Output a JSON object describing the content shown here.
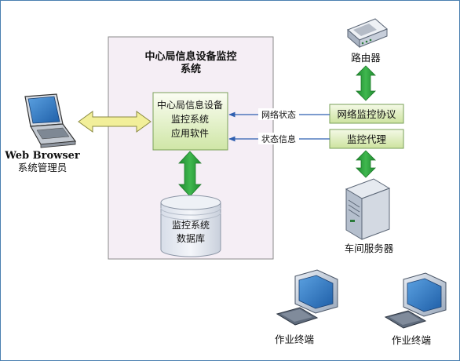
{
  "center": {
    "title_line1": "中心局信息设备监控",
    "title_line2": "系统",
    "app_line1": "中心局信息设备",
    "app_line2": "监控系统",
    "app_line3": "应用软件",
    "db_line1": "监控系统",
    "db_line2": "数据库"
  },
  "left": {
    "browser_label": "Web Browser",
    "admin_label": "系统管理员"
  },
  "right": {
    "router_label": "路由器",
    "net_protocol_label": "网络监控协议",
    "agent_label": "监控代理",
    "server_label": "车间服务器"
  },
  "arrows": {
    "net_status_label": "网络状态",
    "status_info_label": "状态信息"
  },
  "terminals": {
    "term1_label": "作业终端",
    "term2_label": "作业终端"
  },
  "colors": {
    "border": "#4a7fb0",
    "center_bg": "#f5eef5",
    "box_green_light": "#f6fbe8",
    "box_green_dark": "#cfe6a6",
    "arrow_green": "#2a9a3a",
    "arrow_yellow": "#f2ef9a",
    "arrow_blue": "#2f5fb0"
  }
}
